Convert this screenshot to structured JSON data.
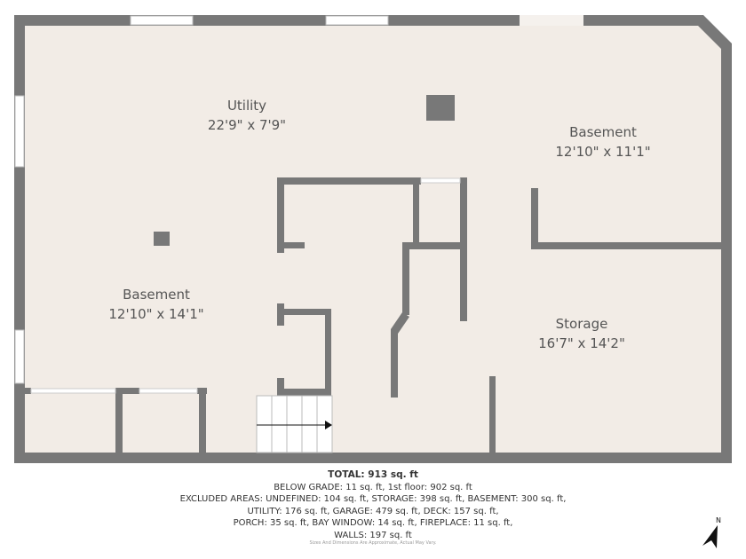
{
  "rooms": [
    {
      "name": "Utility",
      "dimensions": "22'9\" x 7'9\""
    },
    {
      "name": "Basement",
      "dimensions": "12'10\" x 11'1\""
    },
    {
      "name": "Basement",
      "dimensions": "12'10\" x 14'1\""
    },
    {
      "name": "Storage",
      "dimensions": "16'7\" x 14'2\""
    }
  ],
  "summary": {
    "total": "TOTAL: 913 sq. ft",
    "lines": [
      "BELOW GRADE: 11 sq. ft, 1st floor: 902 sq. ft",
      "EXCLUDED AREAS: UNDEFINED: 104 sq. ft, STORAGE: 398 sq. ft, BASEMENT: 300 sq. ft,",
      "UTILITY: 176 sq. ft, GARAGE: 479 sq. ft, DECK: 157 sq. ft,",
      "PORCH: 35 sq. ft, BAY WINDOW: 14 sq. ft, FIREPLACE: 11 sq. ft,",
      "WALLS: 197 sq. ft"
    ],
    "disclaimer": "Sizes And Dimensions Are Approximate, Actual May Vary."
  },
  "compass": {
    "label": "N",
    "icon": "north-arrow-icon"
  },
  "colors": {
    "floor": "#f2ece6",
    "wall": "#787878",
    "window": "#ffffff"
  }
}
